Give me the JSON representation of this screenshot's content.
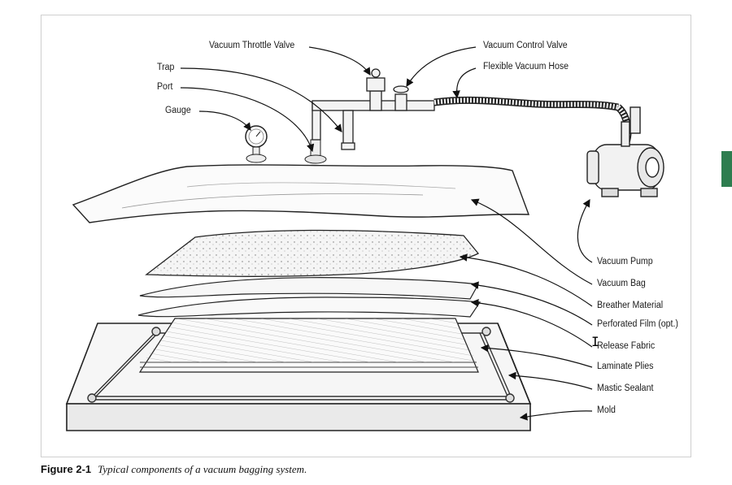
{
  "labels": {
    "vacuum_throttle_valve": "Vacuum Throttle Valve",
    "vacuum_control_valve": "Vacuum Control Valve",
    "flexible_vacuum_hose": "Flexible Vacuum Hose",
    "trap": "Trap",
    "port": "Port",
    "gauge": "Gauge",
    "vacuum_pump": "Vacuum Pump",
    "vacuum_bag": "Vacuum Bag",
    "breather_material": "Breather Material",
    "perforated_film": "Perforated Film (opt.)",
    "release_fabric": "Release Fabric",
    "laminate_plies": "Laminate Plies",
    "mastic_sealant": "Mastic Sealant",
    "mold": "Mold"
  },
  "caption": {
    "number": "Figure 2-1",
    "text": "Typical components of a vacuum bagging system."
  },
  "colors": {
    "ink": "#1a1a1a",
    "side_tab": "#2e7d4f"
  },
  "icons": {
    "cursor": "text-cursor-icon"
  }
}
